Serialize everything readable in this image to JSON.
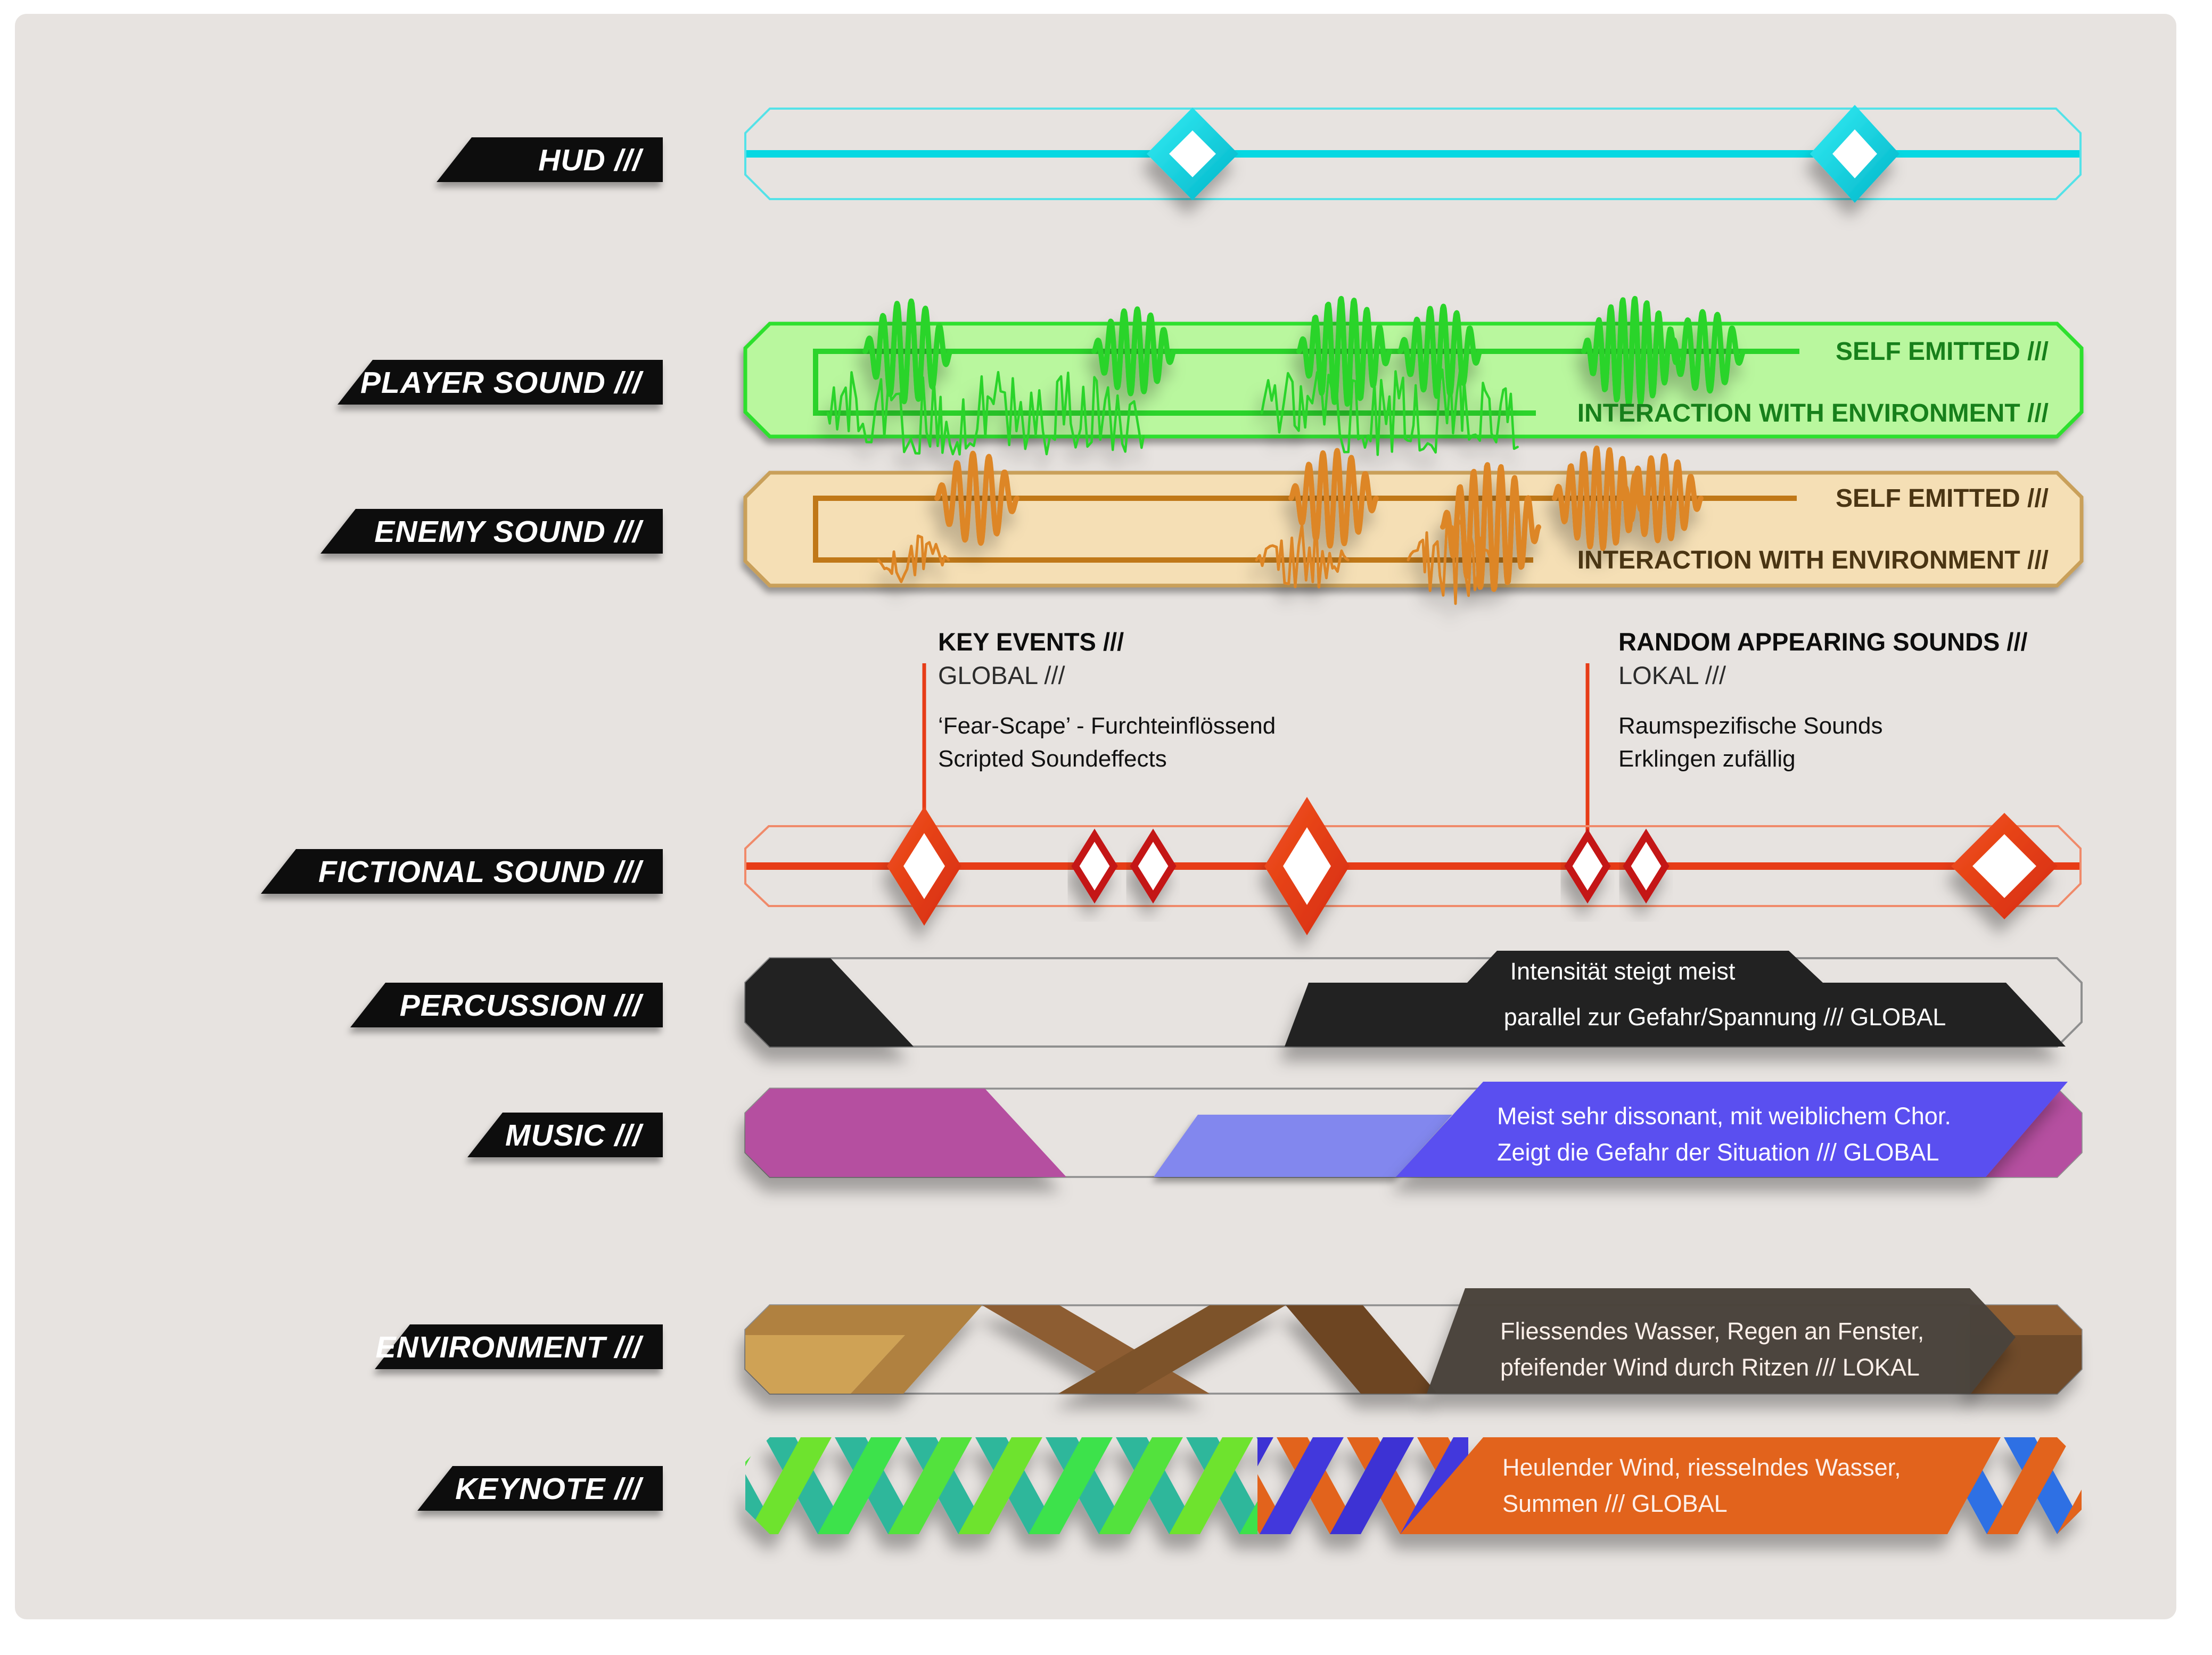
{
  "rows": {
    "hud": {
      "label": "HUD ///"
    },
    "player": {
      "label": "PLAYER SOUND ///",
      "line_labels": {
        "self": "SELF EMITTED ///",
        "interaction": "INTERACTION WITH ENVIRONMENT ///"
      }
    },
    "enemy": {
      "label": "ENEMY SOUND ///",
      "line_labels": {
        "self": "SELF EMITTED ///",
        "interaction": "INTERACTION WITH ENVIRONMENT ///"
      }
    },
    "fictional": {
      "label": "FICTIONAL SOUND ///"
    },
    "percussion": {
      "label": "PERCUSSION ///",
      "note_line1": "Intensität steigt meist",
      "note_line2": "parallel zur Gefahr/Spannung /// GLOBAL"
    },
    "music": {
      "label": "MUSIC ///",
      "note_line1": "Meist sehr dissonant, mit weiblichem Chor.",
      "note_line2": "Zeigt die Gefahr der Situation /// GLOBAL"
    },
    "environment": {
      "label": "ENVIRONMENT ///",
      "note_line1": "Fliessendes Wasser, Regen an Fenster,",
      "note_line2": "pfeifender Wind durch Ritzen /// LOKAL"
    },
    "keynote": {
      "label": "KEYNOTE ///",
      "note_line1": "Heulender Wind, riesselndes Wasser,",
      "note_line2": "Summen /// GLOBAL"
    }
  },
  "annotations": {
    "key_events": {
      "title": "KEY EVENTS ///",
      "scope": "GLOBAL ///",
      "line1": "‘Fear-Scape’ - Furchteinflössend",
      "line2": "Scripted Soundeffects"
    },
    "random_sounds": {
      "title": "RANDOM APPEARING SOUNDS ///",
      "scope": "LOKAL ///",
      "line1": "Raumspezifische Sounds",
      "line2": "Erklingen zufällig"
    }
  },
  "colors": {
    "panel_background": "#e7e3e0",
    "label_black": "#111111",
    "hud_cyan": "#06d8e2",
    "player_border_green": "#2ee02e",
    "player_fill": "#b9f79e",
    "player_label_green": "#17801b",
    "enemy_border": "#c9a05a",
    "enemy_fill": "#f5dfb5",
    "enemy_line_orange": "#c07818",
    "enemy_label_brown": "#4a3513",
    "fictional_red": "#e73c17",
    "fictional_dark_red": "#c41414",
    "percussion_black": "#222222",
    "track_outline_gray": "#8f8f8f",
    "music_magenta": "#b54fa0",
    "music_light_blue": "#8287ee",
    "music_blue": "#5a50f0",
    "env_gold": "#cfa254",
    "env_tan": "#b0813f",
    "env_brown": "#8d5d32",
    "env_dark_brown": "#6d4524",
    "env_box": "#4a423a",
    "keynote_green": "#3ce24b",
    "keynote_teal": "#2fb79b",
    "keynote_violet": "#4338dc",
    "keynote_orange": "#e2641c",
    "keynote_blue": "#2e6fe4"
  }
}
